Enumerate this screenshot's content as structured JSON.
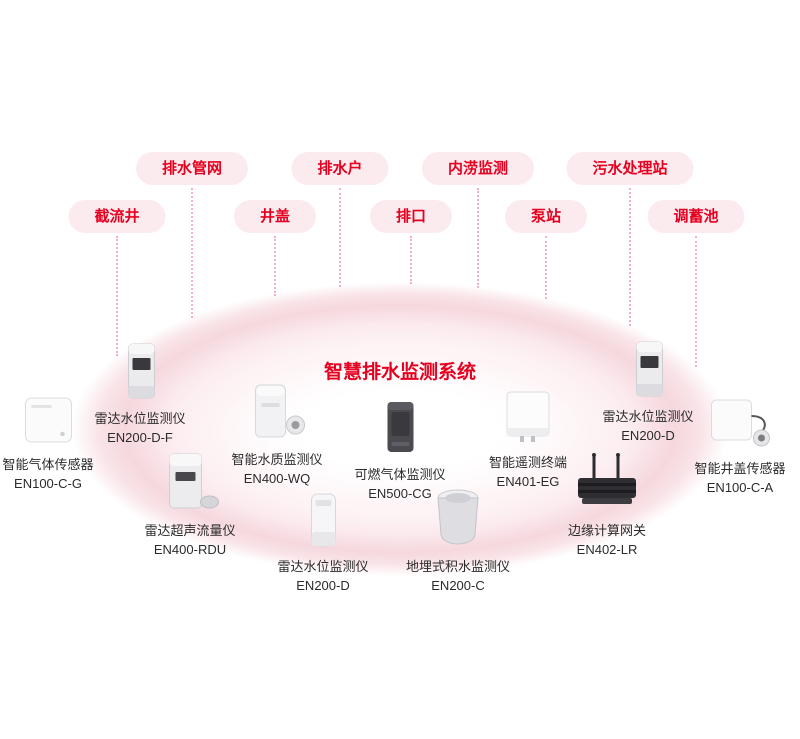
{
  "title": "智慧排水监测系统",
  "categories": {
    "row1": [
      {
        "label": "排水管网"
      },
      {
        "label": "排水户"
      },
      {
        "label": "内涝监测"
      },
      {
        "label": "污水处理站"
      }
    ],
    "row2": [
      {
        "label": "截流井"
      },
      {
        "label": "井盖"
      },
      {
        "label": "排口"
      },
      {
        "label": "泵站"
      },
      {
        "label": "调蓄池"
      }
    ]
  },
  "devices": [
    {
      "name": "雷达水位监测仪",
      "model": "EN200-D-F"
    },
    {
      "name": "智能气体传感器",
      "model": "EN100-C-G"
    },
    {
      "name": "智能水质监测仪",
      "model": "EN400-WQ"
    },
    {
      "name": "可燃气体监测仪",
      "model": "EN500-CG"
    },
    {
      "name": "智能遥测终端",
      "model": "EN401-EG"
    },
    {
      "name": "雷达水位监测仪",
      "model": "EN200-D"
    },
    {
      "name": "智能井盖传感器",
      "model": "EN100-C-A"
    },
    {
      "name": "雷达超声流量仪",
      "model": "EN400-RDU"
    },
    {
      "name": "雷达水位监测仪",
      "model": "EN200-D"
    },
    {
      "name": "地埋式积水监测仪",
      "model": "EN200-C"
    },
    {
      "name": "边缘计算网关",
      "model": "EN402-LR"
    }
  ],
  "colors": {
    "accent": "#e60020",
    "pill_bg": "#fcebee",
    "dot_line": "#f3b2bf",
    "ellipse_ring": "#f5d8de"
  }
}
